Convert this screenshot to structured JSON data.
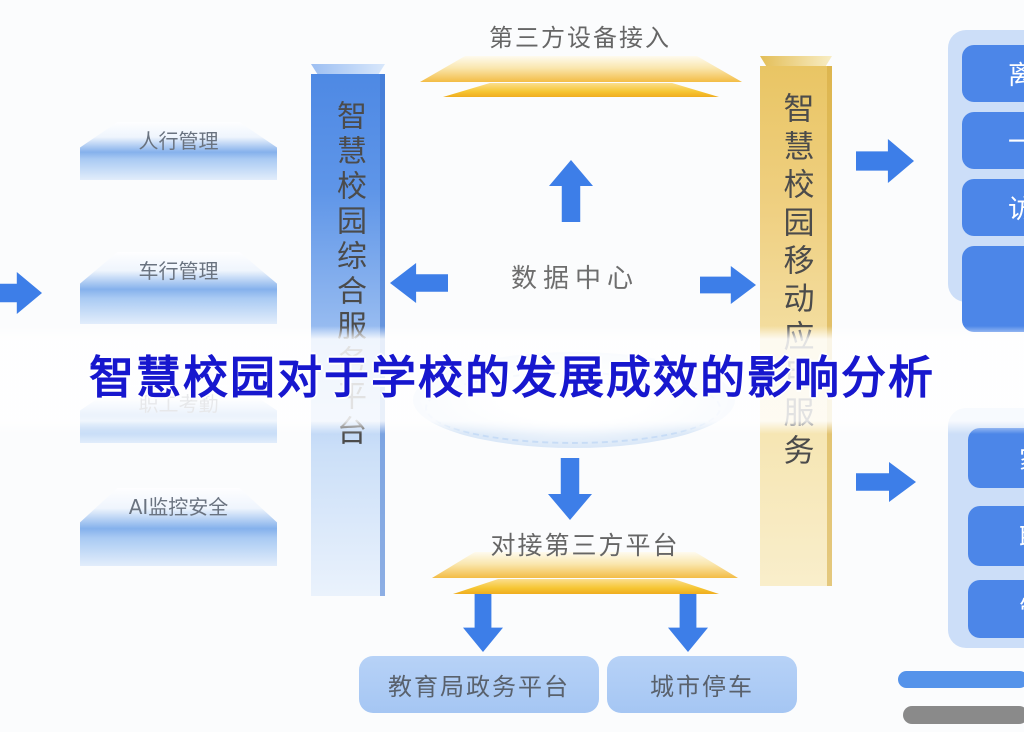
{
  "title": {
    "text": "智慧校园对于学校的发展成效的影响分析"
  },
  "left_platforms": [
    {
      "label": "人行管理"
    },
    {
      "label": "车行管理"
    },
    {
      "label": "职工考勤"
    },
    {
      "label": "AI监控安全"
    }
  ],
  "platform_bar": {
    "label": "智慧校园综合服务平台"
  },
  "mobile_bar": {
    "label": "智慧校园移动应用服务"
  },
  "center": {
    "device_access_label": "第三方设备接入",
    "data_center_label": "数据中心",
    "third_party_label": "对接第三方平台"
  },
  "external_platforms": [
    {
      "label": "教育局政务平台"
    },
    {
      "label": "城市停车"
    }
  ],
  "mobile_services_top": [
    {
      "label": "离"
    },
    {
      "label": "一"
    },
    {
      "label": "访"
    },
    {
      "label": ""
    }
  ],
  "mobile_services_bottom": [
    {
      "label": "家"
    },
    {
      "label": "职"
    },
    {
      "label": "管"
    }
  ],
  "colors": {
    "accent_blue": "#3D7EE8",
    "service_box_blue": "#4C86E8",
    "bar_blue": "#5590E6",
    "bar_yellow": "#F0D584",
    "title_blue": "#1717CE",
    "status_bar_gray": "#8A8A8A"
  }
}
